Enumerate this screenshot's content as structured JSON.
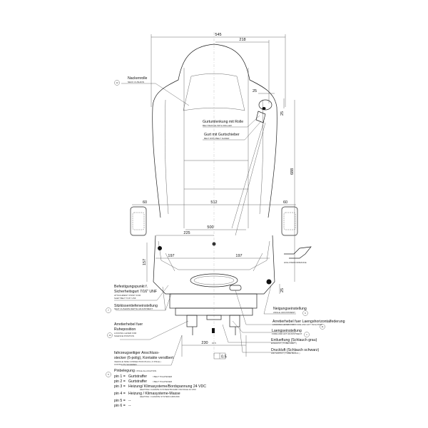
{
  "dimensions": {
    "overall_width": "545",
    "half_width": "218",
    "belt_offset_h": "25",
    "belt_offset_v": "25",
    "backrest_height": "688",
    "bolster_left": "60",
    "inner_width": "512",
    "bolster_right": "60",
    "seat_width": "500",
    "half_seat": "225",
    "mount_left": "197",
    "mount_right": "197",
    "mount_height": "157",
    "lower_25": "25",
    "rail_spacing": "230",
    "rail_tol": "±0.5",
    "flatness": "0.5"
  },
  "logo": "HIGH PERFORMANCE",
  "annotations": {
    "neck": {
      "num": "12",
      "de": "Nackenrolle",
      "en": "NECK CUSHION"
    },
    "belt_roller": {
      "de": "Gurtumlenkung mit Rolle",
      "en": "BELT BAFFLE WITH ROLLER"
    },
    "belt_slider": {
      "de": "Gurt mit Gurtschieber",
      "en": "BELT WITH BELT SLIDER"
    },
    "attach": {
      "de1": "Befestigungspunkt f.",
      "de2": "Sicherheitsgurt 7/16\" UNF",
      "en1": "ATTACHMENT POINT FOR",
      "en2": "SAET BELT 7/16\" UNF"
    },
    "depth": {
      "num": "7",
      "de": "Sitzkissentiefeneinstellung",
      "en": "SEAT CUSHION DEPTH ADJUSTMENT"
    },
    "rest": {
      "num": "13",
      "de1": "Arretierhebel fuer",
      "de2": "Ruheposition",
      "en1": "LOCKING LEVER FOR",
      "en2": "SILENCE POSITION"
    },
    "plug": {
      "de1": "fahrzeugseitiger Anschluss-",
      "de2": "stecker (6-polig), Kontakte versilbert",
      "en1": "VEHICLE SIDE CONNECTION PLUG ( 6 POLE )",
      "en2": "CONTACTS SILVERED"
    },
    "pins": {
      "num": "5",
      "title": "Pinbelegung",
      "title_en": "/ POLE ALLOCATION",
      "items": [
        {
          "pin": "pin 1 =",
          "de": "Gurtstraffer",
          "en": "/ BELT TIGHTENER",
          "sub": ""
        },
        {
          "pin": "pin 2 =",
          "de": "Gurtstraffer",
          "en": "/ BELT TIGHTENER",
          "sub": ""
        },
        {
          "pin": "pin 3 =",
          "de": "Heizung/ Klimasysteme/Bordspannung 24 VDC",
          "en": "",
          "sub": "HEATING/ CLIMATE SYSTEM/ BOARD VOLTAGE 24 VDC"
        },
        {
          "pin": "pin 4 =",
          "de": "Heizung / Klimasysteme-Masse",
          "en": "",
          "sub": "HEATING / CLIMATE SYSTEM GROUND"
        },
        {
          "pin": "pin 5 =",
          "de": "--",
          "en": "",
          "sub": ""
        },
        {
          "pin": "pin 6 =",
          "de": "--",
          "en": "",
          "sub": ""
        }
      ]
    },
    "tilt": {
      "num": "6",
      "de": "Neigungseinstellung",
      "en": "ANGLE ADJUSTMENT"
    },
    "fore_aft_lock": {
      "num": "11",
      "de": "Arretierhebel fuer Laengshorizontalfederung",
      "en": "LOCKING LEVER FOR FORE AND AFT ISOLATOR"
    },
    "fore_aft": {
      "num": "1",
      "de": "Laengseinstellung",
      "en": "FORE AND AFT ADJUSTMENT"
    },
    "exhaust": {
      "de": "Entlueftung (Schlauch grau)",
      "en": "EXHAUST ( TUBE GREY )"
    },
    "air": {
      "de": "Druckluft (Schlauch schwarz)",
      "en": "AIR SUPPLY ( TUBE BLACK )"
    }
  }
}
